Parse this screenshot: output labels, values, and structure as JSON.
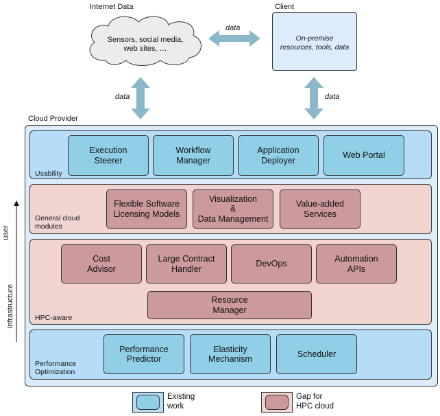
{
  "internet": {
    "heading": "Internet Data",
    "cloud_text_1": "Sensors, social media,",
    "cloud_text_2": "web sites, …"
  },
  "client": {
    "heading": "Client",
    "line1": "On-premise",
    "line2": "resources, tools, data"
  },
  "arrows": {
    "horizontal_label": "data",
    "left_vertical_label": "data",
    "right_vertical_label": "data"
  },
  "cloud_provider": {
    "heading": "Cloud Provider"
  },
  "side_axis": {
    "top": "user",
    "bottom": "infrastructure"
  },
  "usability": {
    "label": "Usability",
    "items": [
      {
        "line1": "Execution",
        "line2": "Steerer"
      },
      {
        "line1": "Workflow",
        "line2": "Manager"
      },
      {
        "line1": "Application",
        "line2": "Deployer"
      },
      {
        "line1": "Web Portal",
        "line2": ""
      }
    ]
  },
  "general": {
    "label_1": "General cloud",
    "label_2": "modules",
    "items": [
      {
        "line1": "Flexible Software",
        "line2": "Licensing Models",
        "line3": ""
      },
      {
        "line1": "Visualization",
        "line2": "&",
        "line3": "Data Management"
      },
      {
        "line1": "Value-added",
        "line2": "Services",
        "line3": ""
      }
    ]
  },
  "hpc": {
    "label": "HPC-aware",
    "items": [
      {
        "line1": "Cost",
        "line2": "Advisor"
      },
      {
        "line1": "Large Contract",
        "line2": "Handler"
      },
      {
        "line1": "DevOps",
        "line2": ""
      },
      {
        "line1": "Automation",
        "line2": "APIs"
      },
      {
        "line1": "Resource",
        "line2": "Manager"
      }
    ]
  },
  "perf": {
    "label_1": "Performance",
    "label_2": "Optimization",
    "items": [
      {
        "line1": "Performance",
        "line2": "Predictor"
      },
      {
        "line1": "Elasticity",
        "line2": "Mechanism"
      },
      {
        "line1": "Scheduler",
        "line2": ""
      }
    ]
  },
  "legend": {
    "existing_1": "Existing",
    "existing_2": "work",
    "gap_1": "Gap for",
    "gap_2": "HPC cloud"
  },
  "colors": {
    "existing_fill": "#8fd0e6",
    "gap_fill": "#cc9a9a",
    "layer_blue": "#b7dcf7",
    "layer_pink": "#f1d4d0",
    "arrow": "#8bb8c9"
  }
}
